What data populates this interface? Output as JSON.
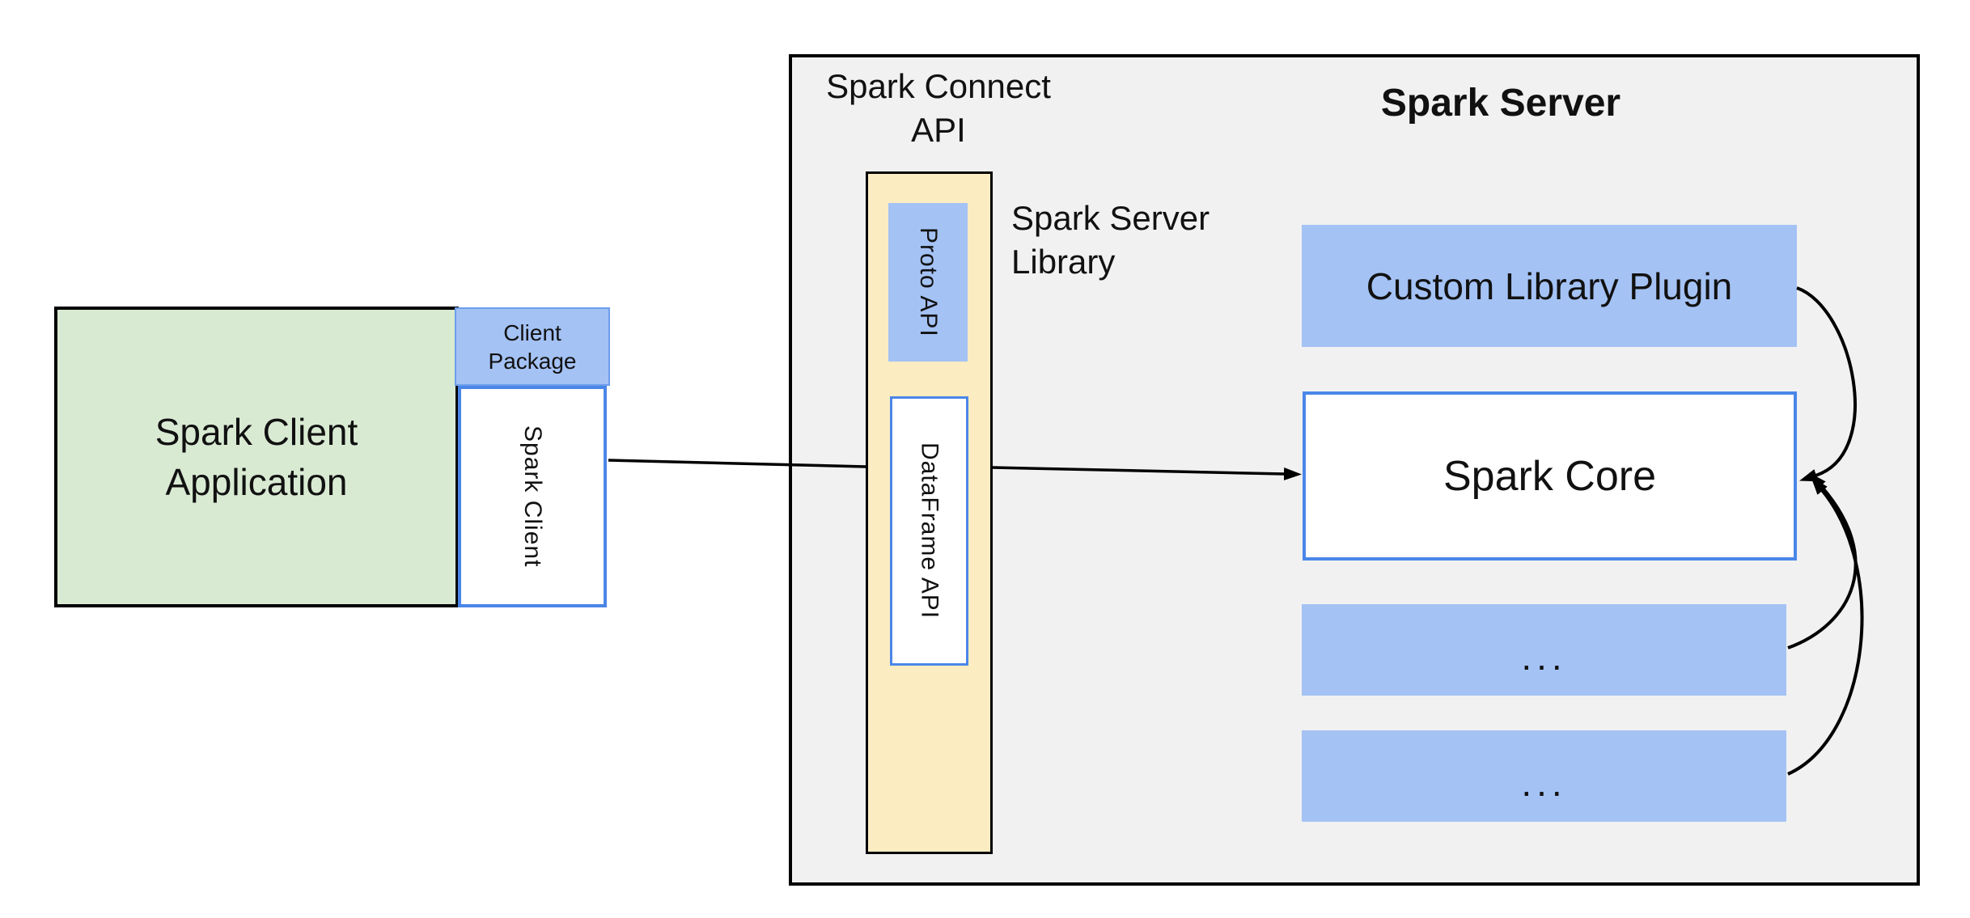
{
  "title": "Spark Connect architecture diagram",
  "colors": {
    "green_fill": "#d9ead3",
    "blue_fill": "#a4c2f4",
    "blue_border": "#4a86e8",
    "blue_border_light": "#6d9eeb",
    "yellow_fill": "#fcecc2",
    "gray_fill": "#f1f1f2",
    "line_black": "#000000",
    "text_black": "#111111"
  },
  "client": {
    "application_label_line1": "Spark Client",
    "application_label_line2": "Application",
    "package_label_line1": "Client",
    "package_label_line2": "Package",
    "spark_client_label": "Spark Client"
  },
  "connect_api": {
    "section_label_line1": "Spark Connect",
    "section_label_line2": "API",
    "proto_api_label": "Proto API",
    "dataframe_api_label": "DataFrame API",
    "server_library_label_line1": "Spark Server",
    "server_library_label_line2": "Library"
  },
  "server": {
    "title": "Spark Server",
    "custom_plugin_label": "Custom Library Plugin",
    "core_label": "Spark Core",
    "extension_box_1_label": "...",
    "extension_box_2_label": "..."
  }
}
